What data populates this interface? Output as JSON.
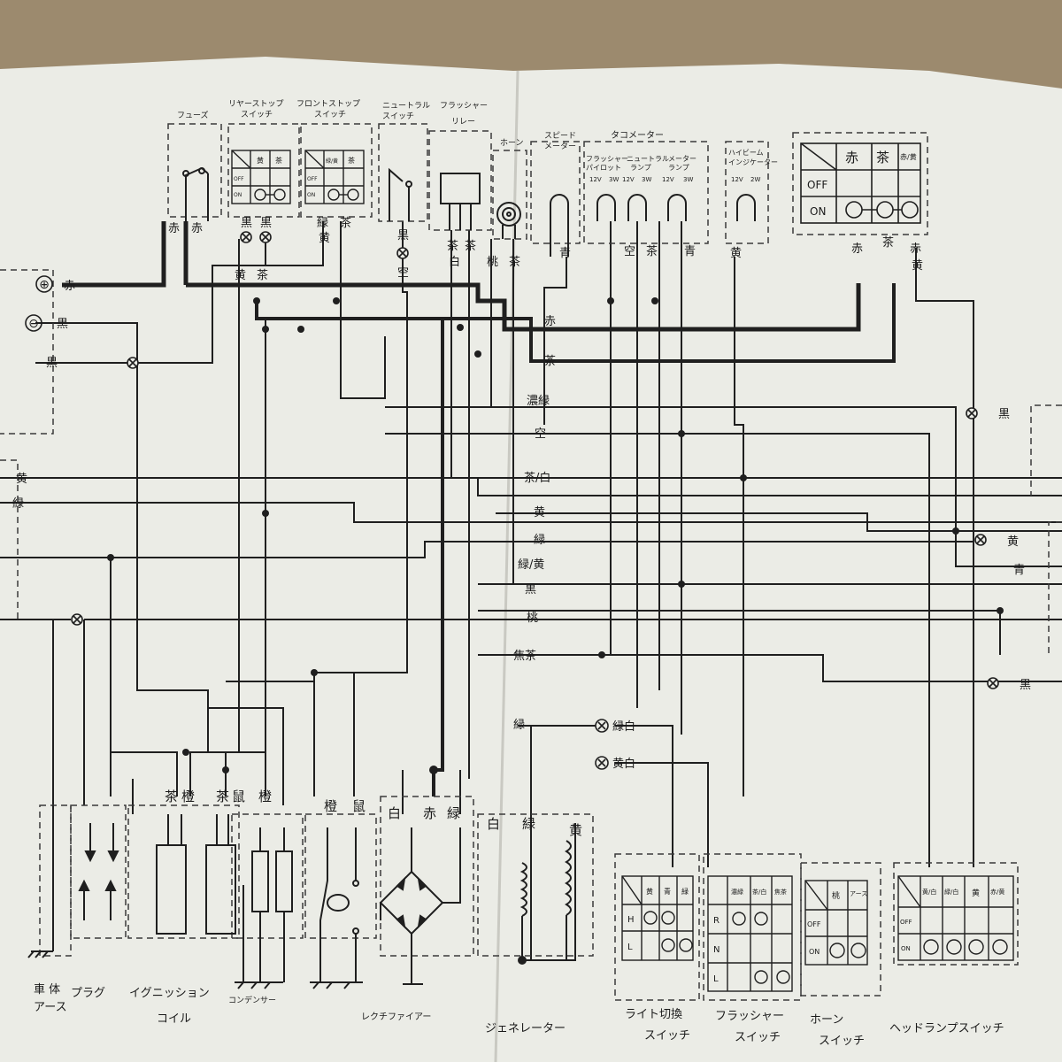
{
  "colors": {
    "background": "#9c8a6e",
    "paper": "#ebece6",
    "ink": "#1f1f1f",
    "dash": "#3a3a3a"
  },
  "top_components": {
    "fuse": "フューズ",
    "rear_stop_switch": [
      "リヤーストップ",
      "スイッチ"
    ],
    "front_stop_switch": [
      "フロントストップ",
      "スイッチ"
    ],
    "neutral_switch": [
      "ニュートラル",
      "スイッチ"
    ],
    "flasher_relay": [
      "フラッシャー",
      "リレー"
    ],
    "horn": "ホーン",
    "speedometer": [
      "スピード",
      "メーター"
    ],
    "tachometer": "タコメーター",
    "flasher_pilot_lamp": [
      "フラッシャー",
      "パイロット"
    ],
    "neutral_lamp": [
      "ニュートラル",
      "ランプ"
    ],
    "meter_lamp": [
      "メーター",
      "ランプ"
    ],
    "highbeam_indicator": [
      "ハイビーム",
      "インジケーター"
    ],
    "ratings": [
      "12V",
      "3W",
      "12V",
      "3W",
      "12V",
      "3W",
      "12V",
      "2W"
    ]
  },
  "switch_tables": {
    "rear_stop": {
      "cols": [
        "黄",
        "茶"
      ],
      "rows": [
        "OFF",
        "ON"
      ]
    },
    "front_stop": {
      "cols": [
        "緑/黄",
        "茶"
      ],
      "rows": [
        "OFF",
        "ON"
      ]
    },
    "main": {
      "cols": [
        "赤",
        "茶",
        "赤/黄"
      ],
      "rows": [
        "OFF",
        "ON"
      ]
    },
    "light": {
      "cols": [
        "黄",
        "青",
        "緑"
      ],
      "rows": [
        "H",
        "L"
      ]
    },
    "flasher": {
      "cols": [
        "濃緑",
        "茶/白",
        "焦茶"
      ],
      "rows": [
        "R",
        "N",
        "L"
      ]
    },
    "horn": {
      "cols": [
        "桃",
        "アース"
      ],
      "rows": [
        "OFF",
        "ON"
      ]
    },
    "headlamp": {
      "cols": [
        "黄/白",
        "緑/白",
        "黄",
        "赤/黄"
      ],
      "rows": [
        "OFF",
        "ON"
      ]
    }
  },
  "top_wire_labels": {
    "fuse": [
      "赤",
      "赤"
    ],
    "rear_stop": [
      "黒"
    ],
    "front_stop": [
      "黒"
    ],
    "rear_stop_lower": [
      "黄"
    ],
    "front_stop_lower": [
      "茶"
    ],
    "front_stop_out": [
      "緑",
      "茶"
    ],
    "front_stop_out_lower": [
      "黄"
    ],
    "neutral": [
      "黒"
    ],
    "neutral_lower": [
      "空"
    ],
    "flasher_relay": [
      "茶",
      "茶"
    ],
    "flasher_relay_lower": [
      "白"
    ],
    "horn": [
      "桃",
      "茶"
    ],
    "speedometer": [
      "青"
    ],
    "tachometer": [
      "空",
      "茶",
      "青"
    ],
    "highbeam": [
      "黄"
    ],
    "main_switch": [
      "赤",
      "茶",
      "赤"
    ],
    "main_switch_lower": [
      "黄"
    ]
  },
  "battery": {
    "plus": "⊕",
    "minus": "⊖"
  },
  "left_wire_labels": [
    "赤",
    "黒",
    "黒",
    "黄",
    "緑"
  ],
  "bus_labels": [
    "赤",
    "茶",
    "濃緑",
    "空",
    "茶/白",
    "黄",
    "緑",
    "緑/黄",
    "黒",
    "桃",
    "焦茶",
    "緑",
    "緑白",
    "黄白"
  ],
  "right_wire_labels": [
    "黒",
    "黄",
    "青",
    "黒"
  ],
  "bottom_wire_labels": {
    "ignition_coil": [
      "茶",
      "橙",
      "茶",
      "鼠",
      "橙"
    ],
    "condenser": [
      "橙",
      "鼠"
    ],
    "rectifier": [
      "白",
      "赤",
      "緑"
    ],
    "generator": [
      "白",
      "緑",
      "黄"
    ]
  },
  "bottom_components": {
    "ground": [
      "車 体",
      "アース"
    ],
    "plug": "プラグ",
    "ignition_coil": [
      "イグニッション",
      "コイル"
    ],
    "condenser": "コンデンサー",
    "rectifier": "レクチファイアー",
    "generator": "ジェネレーター",
    "light_switch": [
      "ライト切換",
      "スイッチ"
    ],
    "flasher_switch": [
      "フラッシャー",
      "スイッチ"
    ],
    "horn_switch": [
      "ホーン",
      "スイッチ"
    ],
    "headlamp_switch": "ヘッドランプスイッチ"
  }
}
